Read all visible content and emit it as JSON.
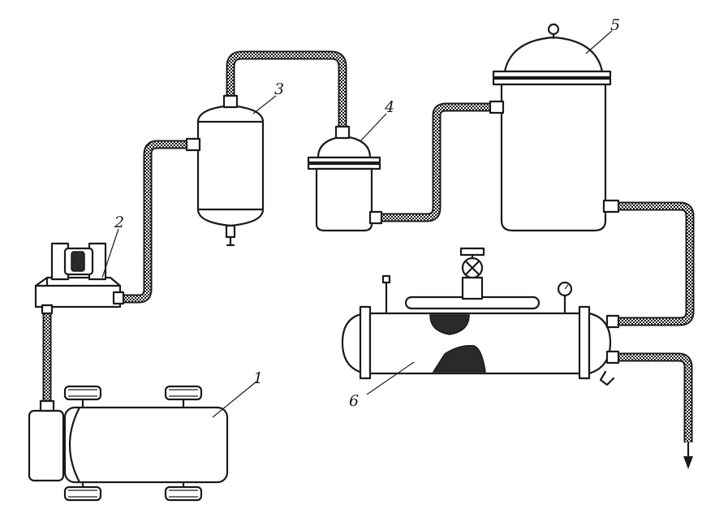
{
  "labels": {
    "tank_truck": "1",
    "pump": "2",
    "filter_tank": "3",
    "small_vessel": "4",
    "large_vessel": "5",
    "heat_exchanger": "6"
  },
  "colors": {
    "ink": "#1a1a1a",
    "paper": "#ffffff",
    "fill_dark": "#2a2a2a"
  }
}
